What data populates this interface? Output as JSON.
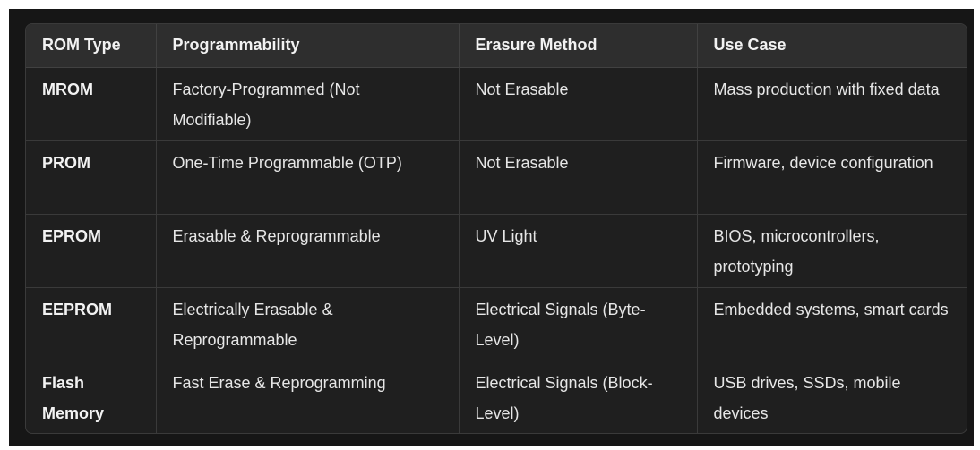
{
  "table": {
    "headers": [
      "ROM Type",
      "Programmability",
      "Erasure Method",
      "Use Case"
    ],
    "rows": [
      [
        "MROM",
        "Factory-Programmed (Not Modifiable)",
        "Not Erasable",
        "Mass production with fixed data"
      ],
      [
        "PROM",
        "One-Time Programmable (OTP)",
        "Not Erasable",
        "Firmware, device configuration"
      ],
      [
        "EPROM",
        "Erasable & Reprogrammable",
        "UV Light",
        "BIOS, microcontrollers, prototyping"
      ],
      [
        "EEPROM",
        "Electrically Erasable & Reprogrammable",
        "Electrical Signals (Byte-Level)",
        "Embedded systems, smart cards"
      ],
      [
        "Flash Memory",
        "Fast Erase & Reprogramming",
        "Electrical Signals (Block-Level)",
        "USB drives, SSDs, mobile devices"
      ]
    ]
  }
}
